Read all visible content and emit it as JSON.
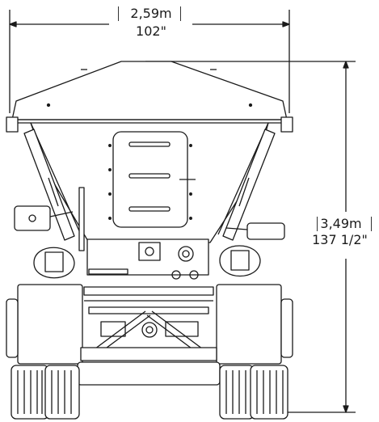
{
  "dimensions": {
    "width": {
      "metric": "2,59m",
      "imperial": "102\""
    },
    "height": {
      "metric": "3,49m",
      "imperial": "137 1/2\""
    }
  },
  "colors": {
    "line": "#1a1a1a",
    "fill": "#ffffff",
    "grey": "#dcdcdc"
  }
}
